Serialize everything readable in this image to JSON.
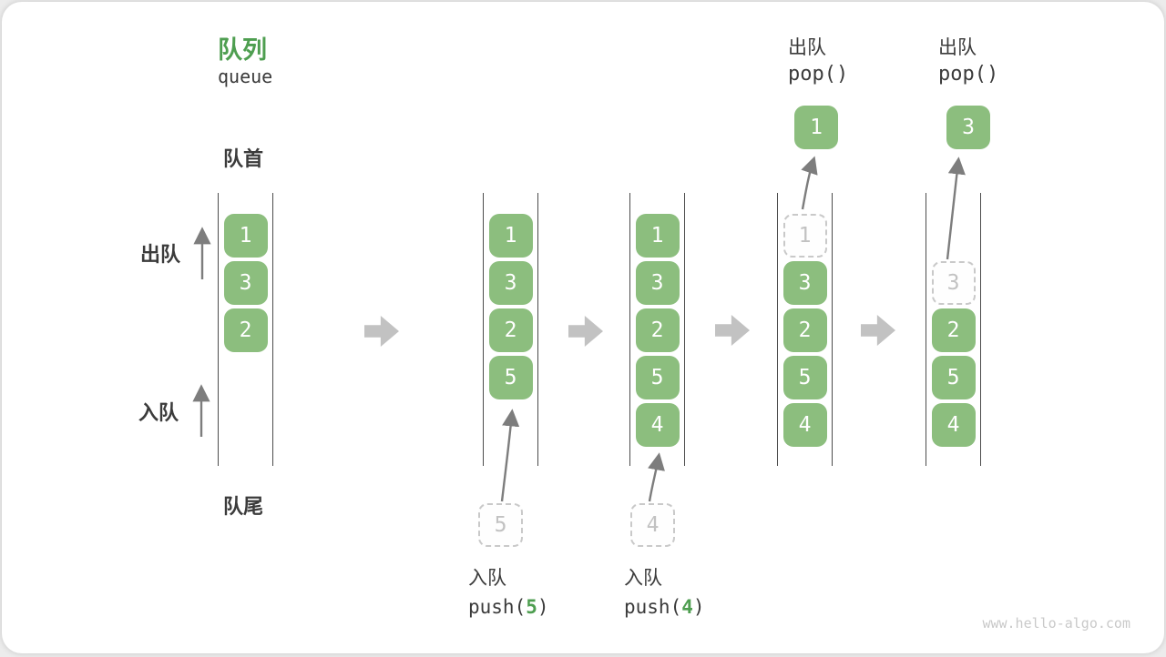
{
  "page": {
    "title_zh": "队列",
    "title_en": "queue",
    "watermark": "www.hello-algo.com"
  },
  "side_labels": {
    "front": "队首",
    "dequeue": "出队",
    "enqueue": "入队",
    "rear": "队尾"
  },
  "colors": {
    "box_green": "#8CBE7E",
    "accent_green": "#4E9E50",
    "text_dark": "#3B3B3B",
    "block_arrow_gray": "#C2C2C2",
    "thin_arrow_gray": "#7D7D7D",
    "ghost_border": "#C9C9C9",
    "ghost_text": "#C2C2C2",
    "wall_gray": "#4C4C4C",
    "watermark_gray": "#C9C9C9"
  },
  "queues": [
    {
      "name": "state-initial",
      "cells": [
        {
          "v": "1"
        },
        {
          "v": "3"
        },
        {
          "v": "2"
        }
      ]
    },
    {
      "name": "state-after-push5",
      "cells": [
        {
          "v": "1"
        },
        {
          "v": "3"
        },
        {
          "v": "2"
        },
        {
          "v": "5"
        }
      ]
    },
    {
      "name": "state-after-push4",
      "cells": [
        {
          "v": "1"
        },
        {
          "v": "3"
        },
        {
          "v": "2"
        },
        {
          "v": "5"
        },
        {
          "v": "4"
        }
      ]
    },
    {
      "name": "state-pop1",
      "cells": [
        {
          "v": "1",
          "ghost": true
        },
        {
          "v": "3"
        },
        {
          "v": "2"
        },
        {
          "v": "5"
        },
        {
          "v": "4"
        }
      ]
    },
    {
      "name": "state-pop3",
      "cells": [
        {
          "v": "3",
          "ghost": true
        },
        {
          "v": "2"
        },
        {
          "v": "5"
        },
        {
          "v": "4"
        }
      ]
    }
  ],
  "operations": {
    "push_5": {
      "label": "入队",
      "code_pre": "push(",
      "arg": "5",
      "code_post": ")",
      "ghost_value": "5"
    },
    "push_4": {
      "label": "入队",
      "code_pre": "push(",
      "arg": "4",
      "code_post": ")",
      "ghost_value": "4"
    },
    "pop_1": {
      "label": "出队",
      "code": "pop()",
      "value": "1"
    },
    "pop_3": {
      "label": "出队",
      "code": "pop()",
      "value": "3"
    }
  }
}
